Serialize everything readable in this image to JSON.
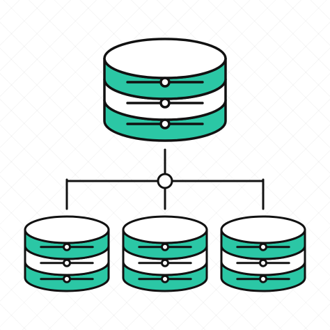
{
  "icon": {
    "name": "database-network-icon",
    "colors": {
      "fill": "#2BC7A5",
      "stroke": "#111111",
      "background": "#ffffff",
      "node": "#ffffff"
    },
    "servers": {
      "count": 4,
      "layers_per_server": 3,
      "layer_fills": [
        "accent",
        "white",
        "accent"
      ]
    },
    "connector": {
      "hub_node": true,
      "branches": 3
    }
  }
}
